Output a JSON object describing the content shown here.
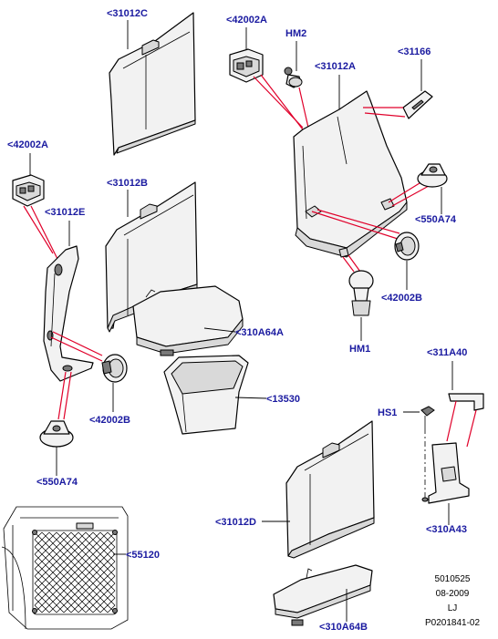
{
  "labels": {
    "p31012C": "<31012C",
    "p42002A_top": "<42002A",
    "hm2": "HM2",
    "p31012A": "<31012A",
    "p31166": "<31166",
    "p42002A_left": "<42002A",
    "p31012E": "<31012E",
    "p31012B": "<31012B",
    "p550A74_right": "<550A74",
    "p42002B_right": "<42002B",
    "p310A64A": "<310A64A",
    "hm1": "HM1",
    "p311A40": "<311A40",
    "p42002B_left": "<42002B",
    "p13530": "<13530",
    "hs1": "HS1",
    "p550A74_left": "<550A74",
    "p31012D": "<31012D",
    "p310A43": "<310A43",
    "p55120": "<55120",
    "p310A64B": "<310A64B"
  },
  "reference": {
    "code": "5010525",
    "date": "08-2009",
    "initials": "LJ",
    "drawing": "P0201841-02"
  },
  "colors": {
    "label": "#1a1aa0",
    "leader_red": "#e0002a",
    "line": "#000000"
  }
}
